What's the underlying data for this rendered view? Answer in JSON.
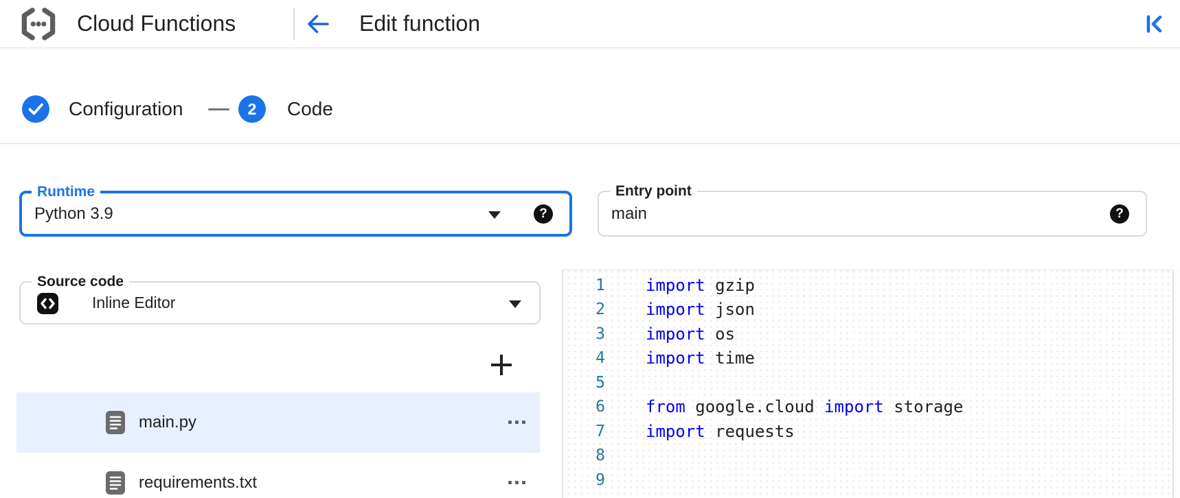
{
  "colors": {
    "accent_blue": "#1a73e8",
    "keyword_blue": "#0000ee",
    "line_number_teal": "#237893",
    "selected_row_bg": "#e8f0fe"
  },
  "header": {
    "logo_icon": "cloud-functions-logo",
    "product_title": "Cloud Functions",
    "back_icon": "back-arrow",
    "page_title": "Edit function",
    "collapse_icon": "collapse-panel"
  },
  "stepper": {
    "steps": [
      {
        "label": "Configuration",
        "status": "complete",
        "icon": "checkmark"
      },
      {
        "label": "Code",
        "status": "current",
        "number": "2"
      }
    ]
  },
  "form": {
    "runtime": {
      "label": "Runtime",
      "value": "Python 3.9",
      "focused": true,
      "help_icon": "help",
      "dropdown_icon": "chevron-down"
    },
    "entry_point": {
      "label": "Entry point",
      "value": "main",
      "help_icon": "help"
    },
    "source_code": {
      "label": "Source code",
      "value": "Inline Editor",
      "icon": "code",
      "dropdown_icon": "chevron-down"
    }
  },
  "file_browser": {
    "add_icon": "add-file",
    "more_icon": "more-options",
    "file_icon": "file-document",
    "files": [
      {
        "name": "main.py",
        "selected": true
      },
      {
        "name": "requirements.txt",
        "selected": false
      }
    ]
  },
  "editor": {
    "lines": [
      {
        "number": "1",
        "tokens": [
          {
            "type": "keyword",
            "text": "import"
          },
          {
            "type": "plain",
            "text": " gzip"
          }
        ]
      },
      {
        "number": "2",
        "tokens": [
          {
            "type": "keyword",
            "text": "import"
          },
          {
            "type": "plain",
            "text": " json"
          }
        ]
      },
      {
        "number": "3",
        "tokens": [
          {
            "type": "keyword",
            "text": "import"
          },
          {
            "type": "plain",
            "text": " os"
          }
        ]
      },
      {
        "number": "4",
        "tokens": [
          {
            "type": "keyword",
            "text": "import"
          },
          {
            "type": "plain",
            "text": " time"
          }
        ]
      },
      {
        "number": "5",
        "tokens": []
      },
      {
        "number": "6",
        "tokens": [
          {
            "type": "keyword",
            "text": "from"
          },
          {
            "type": "plain",
            "text": " google.cloud "
          },
          {
            "type": "keyword",
            "text": "import"
          },
          {
            "type": "plain",
            "text": " storage"
          }
        ]
      },
      {
        "number": "7",
        "tokens": [
          {
            "type": "keyword",
            "text": "import"
          },
          {
            "type": "plain",
            "text": " requests"
          }
        ]
      },
      {
        "number": "8",
        "tokens": []
      },
      {
        "number": "9",
        "tokens": []
      }
    ]
  }
}
